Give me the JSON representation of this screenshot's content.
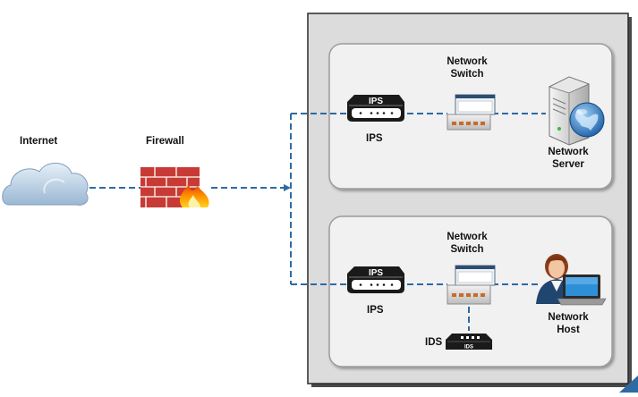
{
  "internet": {
    "label": "Internet"
  },
  "firewall": {
    "label": "Firewall"
  },
  "segment_top": {
    "ips": {
      "badge": "IPS",
      "label": "IPS"
    },
    "switch": {
      "label_line1": "Network",
      "label_line2": "Switch"
    },
    "server": {
      "label_line1": "Network",
      "label_line2": "Server"
    }
  },
  "segment_bottom": {
    "ips": {
      "badge": "IPS",
      "label": "IPS"
    },
    "switch": {
      "label_line1": "Network",
      "label_line2": "Switch"
    },
    "host": {
      "label_line1": "Network",
      "label_line2": "Host"
    },
    "ids": {
      "badge": "IDS",
      "label": "IDS"
    }
  },
  "colors": {
    "link": "#2e6aa3",
    "firewall_brick": "#c83a36",
    "ips_device": "#1a1a1a",
    "segment_fill": "#f1f1f1",
    "outer_frame_fill": "#dcdcdc"
  }
}
